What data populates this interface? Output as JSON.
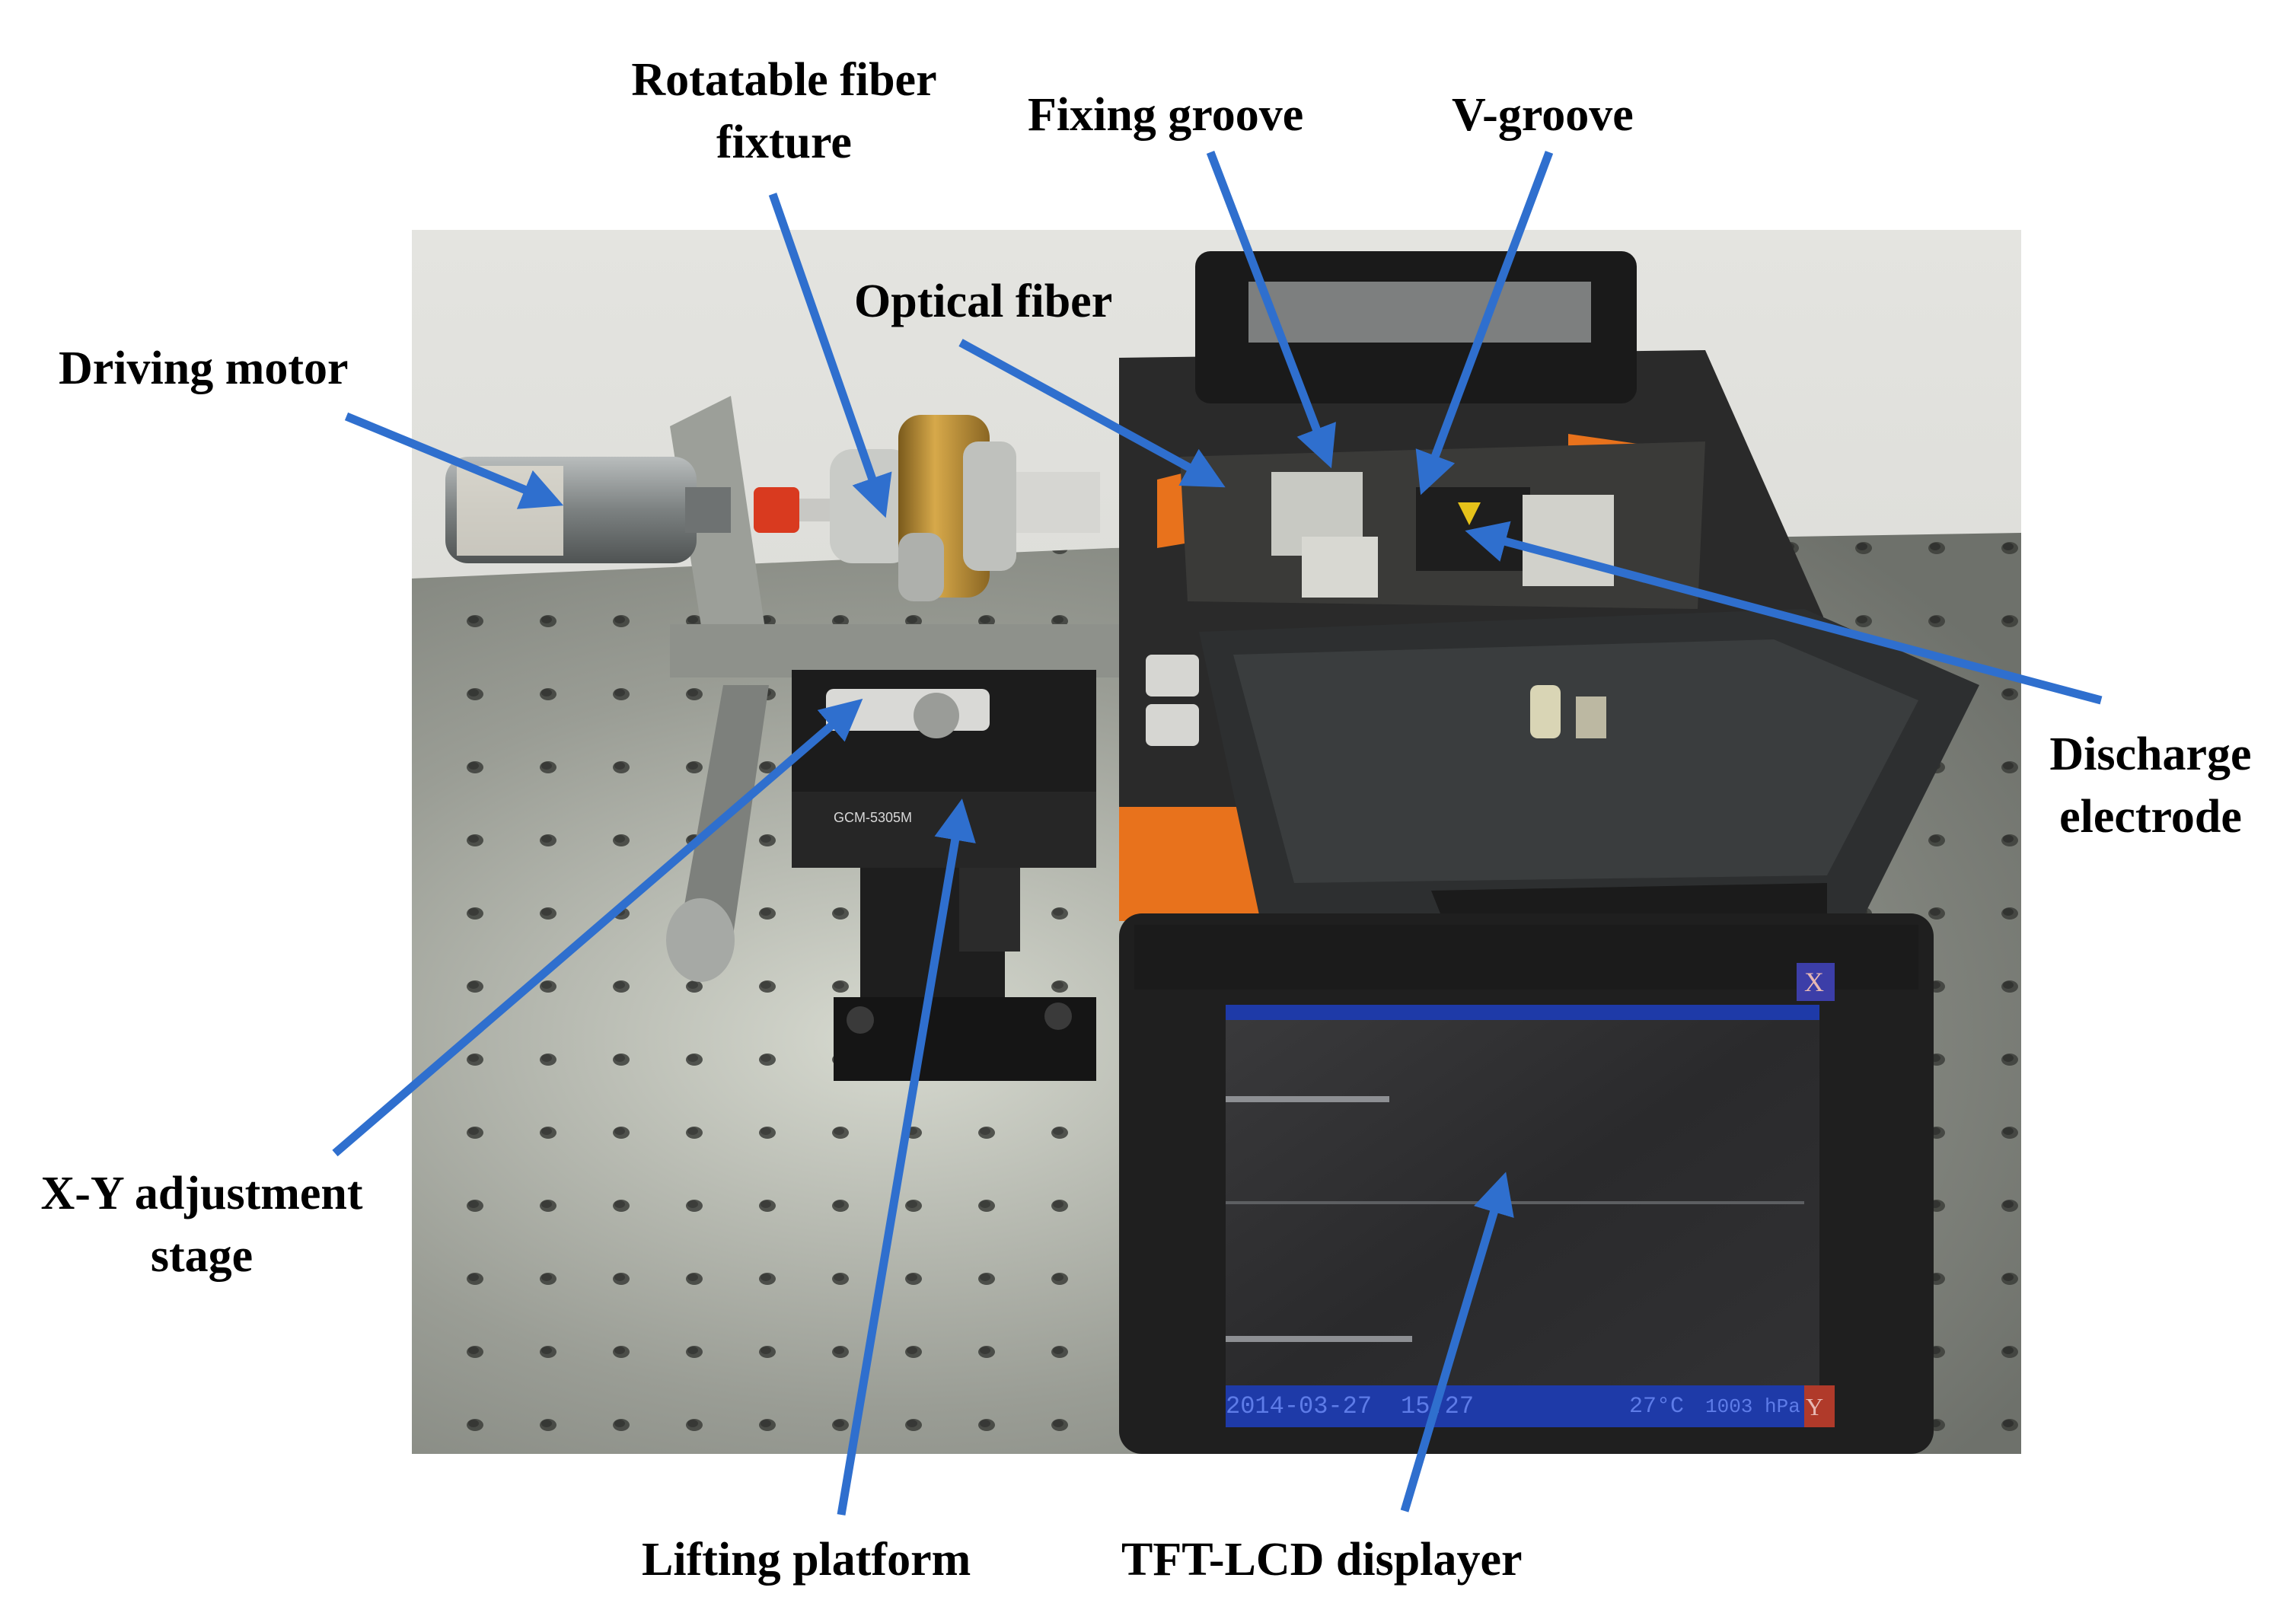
{
  "figure": {
    "labels": {
      "rotatable_fiber_fixture": [
        "Rotatable fiber",
        "fixture"
      ],
      "fixing_groove": "Fixing groove",
      "v_groove": "V-groove",
      "optical_fiber": "Optical fiber",
      "driving_motor": "Driving motor",
      "discharge_electrode": [
        "Discharge",
        "electrode"
      ],
      "xy_adjustment_stage": [
        "X-Y adjustment",
        "stage"
      ],
      "lifting_platform": "Lifting platform",
      "tft_lcd_displayer": "TFT-LCD displayer"
    },
    "lcd_screen": {
      "status_date": "2014-03-27",
      "status_time": "15:27",
      "status_temp": "27°C",
      "status_pressure": "1003 hPa",
      "close_glyph": "X",
      "corner_glyph": "Y"
    },
    "device_markings": {
      "stage_model": "GCM-5305M"
    },
    "colors": {
      "arrow": "#2f6fce",
      "photo_background": "#dcdcd8",
      "table": "#8a8d86",
      "fusion_splicer_body": "#2a2a2a",
      "splicer_orange": "#e8721c",
      "lcd_blue": "#1e3aa8"
    }
  }
}
